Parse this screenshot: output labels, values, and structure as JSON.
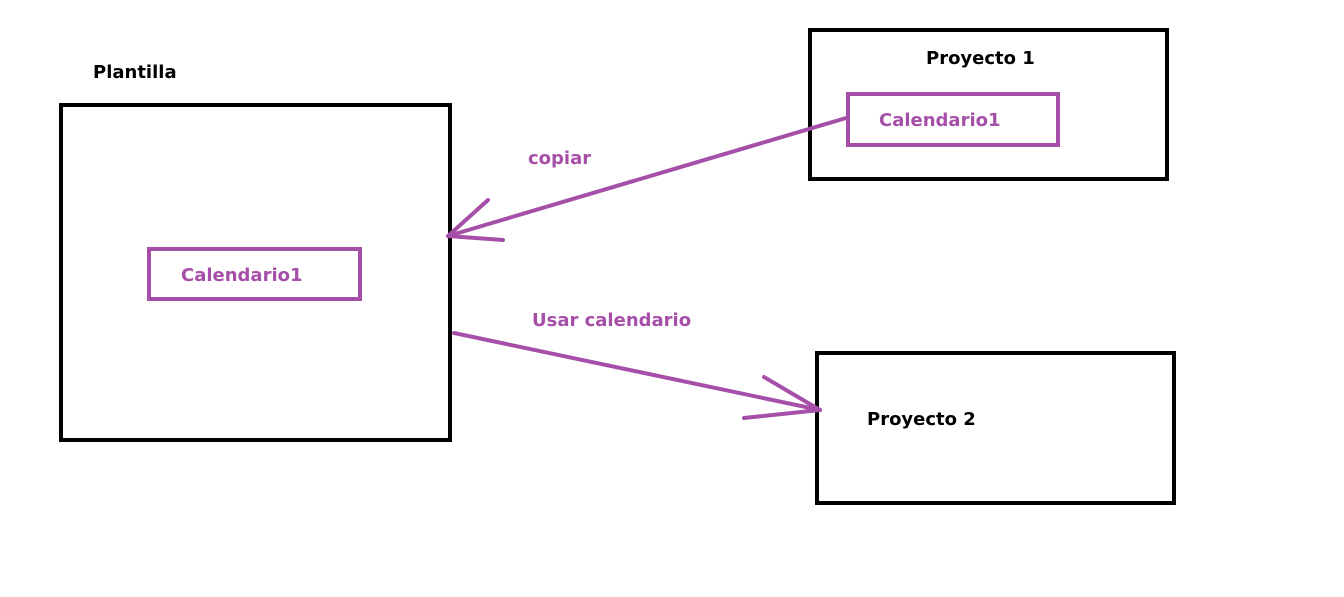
{
  "plantilla": {
    "title": "Plantilla",
    "inner_label": "Calendario1"
  },
  "proyecto1": {
    "title": "Proyecto 1",
    "inner_label": "Calendario1"
  },
  "proyecto2": {
    "title": "Proyecto 2"
  },
  "edges": {
    "copy_label": "copiar",
    "use_label": "Usar calendario"
  },
  "colors": {
    "accent": "#a54fa9",
    "outline": "#000000"
  }
}
